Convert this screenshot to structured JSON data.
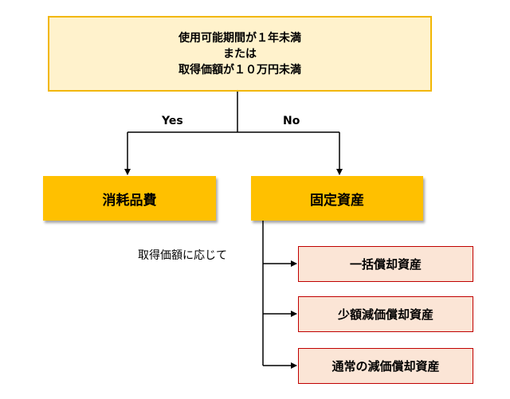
{
  "condition": {
    "line1": "使用可能期間が１年未満",
    "line2": "または",
    "line3": "取得価額が１０万円未満"
  },
  "branches": {
    "yes_label": "Yes",
    "no_label": "No"
  },
  "outcomes": {
    "consumables": "消耗品費",
    "fixed_assets": "固定資産"
  },
  "sub_label": "取得価額に応じて",
  "depreciation_types": [
    "一括償却資産",
    "少額減価償却資産",
    "通常の減価償却資産"
  ],
  "colors": {
    "condition_fill": "#fff2cc",
    "condition_border": "#f2b705",
    "outcome_fill": "#ffc000",
    "subtype_fill": "#fbe5d6",
    "subtype_border": "#c00000"
  }
}
